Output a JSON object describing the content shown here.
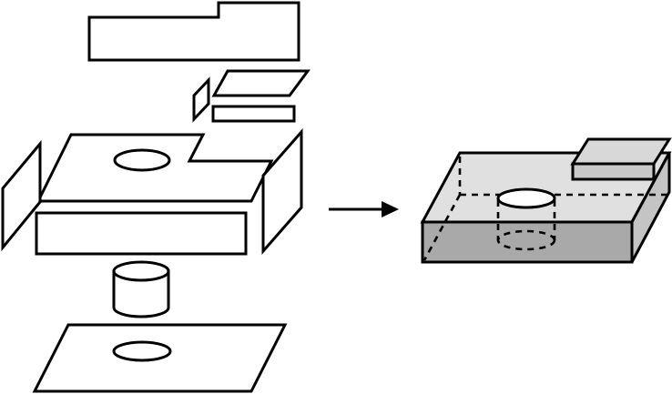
{
  "diagram": {
    "colors": {
      "stroke": "#000000",
      "background": "#ffffff",
      "top_face": "#e0e0e0",
      "front_face": "#a9a9a9",
      "side_face": "#c4c4c4"
    },
    "exploded_parts": [
      "l-shaped-top-plate",
      "small-top-plate",
      "small-front-strip",
      "small-side-strip",
      "main-top-face",
      "main-front-face",
      "left-side-panel",
      "right-side-panel",
      "cylinder",
      "bottom-plate"
    ],
    "arrow_icon": "right-arrow-icon"
  }
}
